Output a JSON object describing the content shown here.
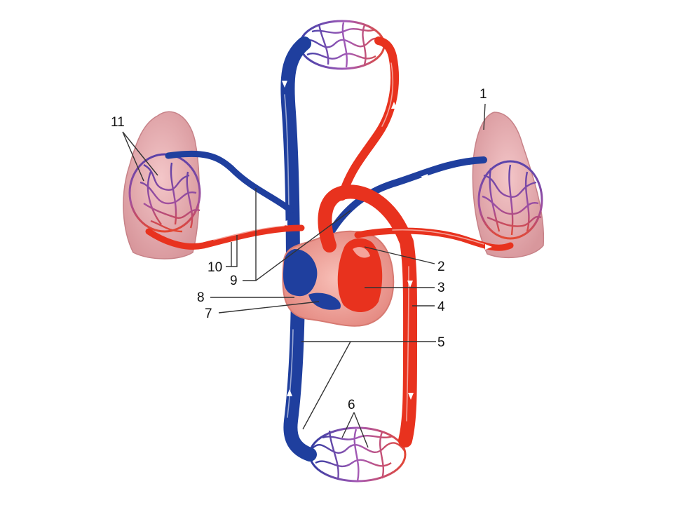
{
  "labels": [
    {
      "id": "1",
      "text": "1"
    },
    {
      "id": "2",
      "text": "2"
    },
    {
      "id": "3",
      "text": "3"
    },
    {
      "id": "4",
      "text": "4"
    },
    {
      "id": "5",
      "text": "5"
    },
    {
      "id": "6",
      "text": "6"
    },
    {
      "id": "7",
      "text": "7"
    },
    {
      "id": "8",
      "text": "8"
    },
    {
      "id": "9",
      "text": "9"
    },
    {
      "id": "10",
      "text": "10"
    },
    {
      "id": "11",
      "text": "11"
    }
  ],
  "colors": {
    "vein": "#1f3f9e",
    "artery": "#e8321e",
    "lung": "#e9b3b6",
    "capillary": "#8a4aa6",
    "heart_wall": "#f1a7a0"
  }
}
